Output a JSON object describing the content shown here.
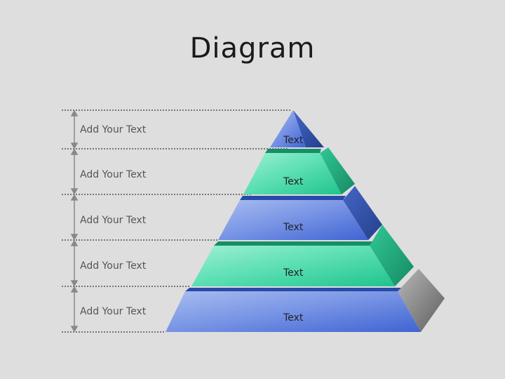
{
  "title": "Diagram",
  "levels": [
    {
      "side_label": "Add Your Text",
      "tier_label": "Text"
    },
    {
      "side_label": "Add Your Text",
      "tier_label": "Text"
    },
    {
      "side_label": "Add Your Text",
      "tier_label": "Text"
    },
    {
      "side_label": "Add Your Text",
      "tier_label": "Text"
    },
    {
      "side_label": "Add Your Text",
      "tier_label": "Text"
    }
  ],
  "colors": {
    "blue_tier": "#4a6fd6",
    "green_tier": "#2fcf9a",
    "dotted_lines": "#777777",
    "background": "#dedede"
  }
}
